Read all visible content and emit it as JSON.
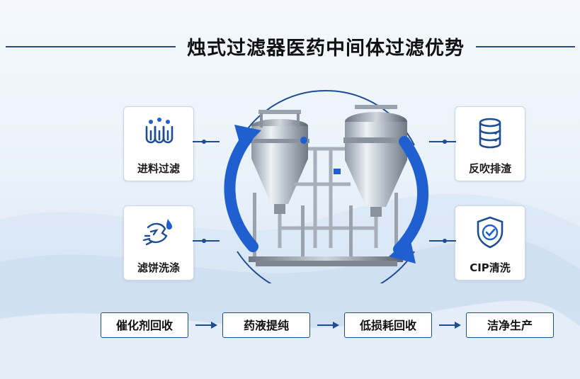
{
  "title": "烛式过滤器医药中间体过滤优势",
  "cards": [
    {
      "label": "进料过滤",
      "icon": "feed-filter-icon"
    },
    {
      "label": "滤饼洗涤",
      "icon": "cake-wash-icon"
    },
    {
      "label": "反吹排渣",
      "icon": "database-stack-icon"
    },
    {
      "label": "CIP清洗",
      "icon": "shield-check-icon"
    }
  ],
  "flow": [
    "催化剂回收",
    "药液提纯",
    "低损耗回收",
    "洁净生产"
  ],
  "colors": {
    "accent": "#1f5fd0",
    "dark_blue": "#1f4d91",
    "line": "#2a4f86"
  }
}
